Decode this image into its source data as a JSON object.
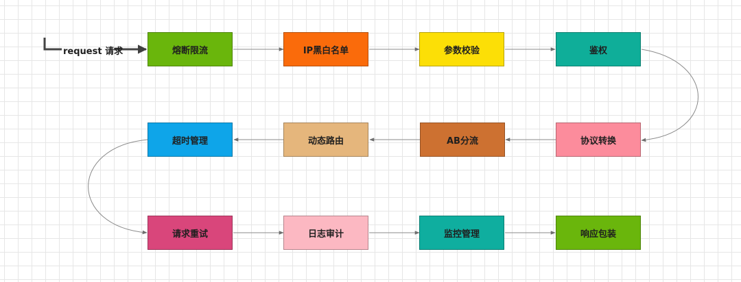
{
  "entry": {
    "label": "request 请求"
  },
  "steps": [
    {
      "label": "熔断限流",
      "color": "#6ab60c"
    },
    {
      "label": "IP黑白名单",
      "color": "#fa6b0b"
    },
    {
      "label": "参数校验",
      "color": "#fcdf06"
    },
    {
      "label": "鉴权",
      "color": "#0fae99"
    },
    {
      "label": "协议转换",
      "color": "#fc8c9c"
    },
    {
      "label": "AB分流",
      "color": "#cd7131"
    },
    {
      "label": "动态路由",
      "color": "#e5b67c"
    },
    {
      "label": "超时管理",
      "color": "#0ea5e9"
    },
    {
      "label": "请求重试",
      "color": "#d9467b"
    },
    {
      "label": "日志审计",
      "color": "#fcb8c2"
    },
    {
      "label": "监控管理",
      "color": "#0fae9f"
    },
    {
      "label": "响应包装",
      "color": "#6ab60c"
    }
  ]
}
